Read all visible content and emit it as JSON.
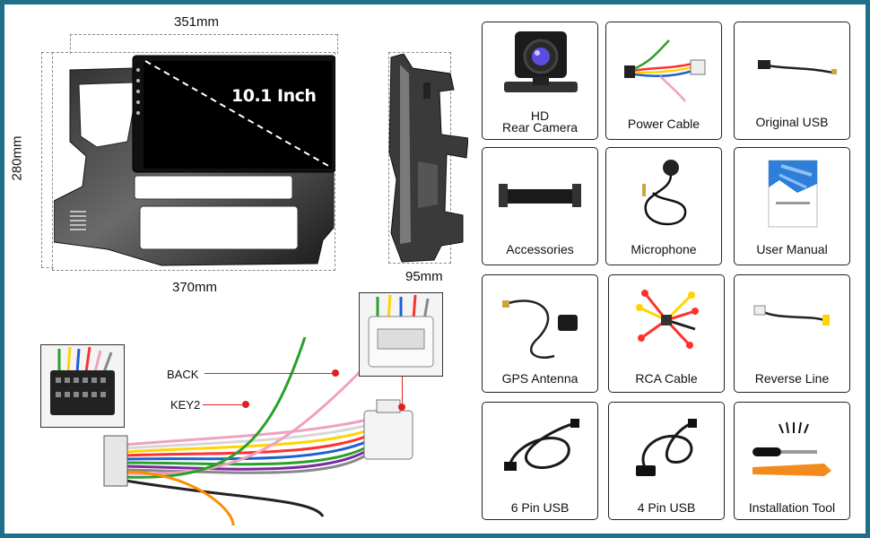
{
  "dimensions": {
    "top_width": "351mm",
    "height": "280mm",
    "bottom_width": "370mm",
    "depth": "95mm",
    "screen_size": "10.1 Inch"
  },
  "harness": {
    "back_label": "BACK",
    "key2_label": "KEY2"
  },
  "accessories": [
    {
      "label_line1": "HD",
      "label_line2": "Rear Camera",
      "icon": "camera-icon"
    },
    {
      "label_line1": "Power Cable",
      "icon": "power-cable-icon"
    },
    {
      "label_line1": "Original USB",
      "icon": "usb-cable-icon"
    },
    {
      "label_line1": "Accessories",
      "icon": "bracket-icon"
    },
    {
      "label_line1": "Microphone",
      "icon": "microphone-icon"
    },
    {
      "label_line1": "User Manual",
      "icon": "manual-icon"
    },
    {
      "label_line1": "GPS Antenna",
      "icon": "gps-antenna-icon"
    },
    {
      "label_line1": "RCA Cable",
      "icon": "rca-cable-icon"
    },
    {
      "label_line1": "Reverse Line",
      "icon": "reverse-line-icon"
    },
    {
      "label_line1": "6 Pin USB",
      "icon": "usb-6pin-icon"
    },
    {
      "label_line1": "4 Pin USB",
      "icon": "usb-4pin-icon"
    },
    {
      "label_line1": "Installation Tool",
      "icon": "tool-kit-icon"
    }
  ],
  "colors": {
    "border": "#1d6f8a",
    "red_marker": "#e02020"
  }
}
